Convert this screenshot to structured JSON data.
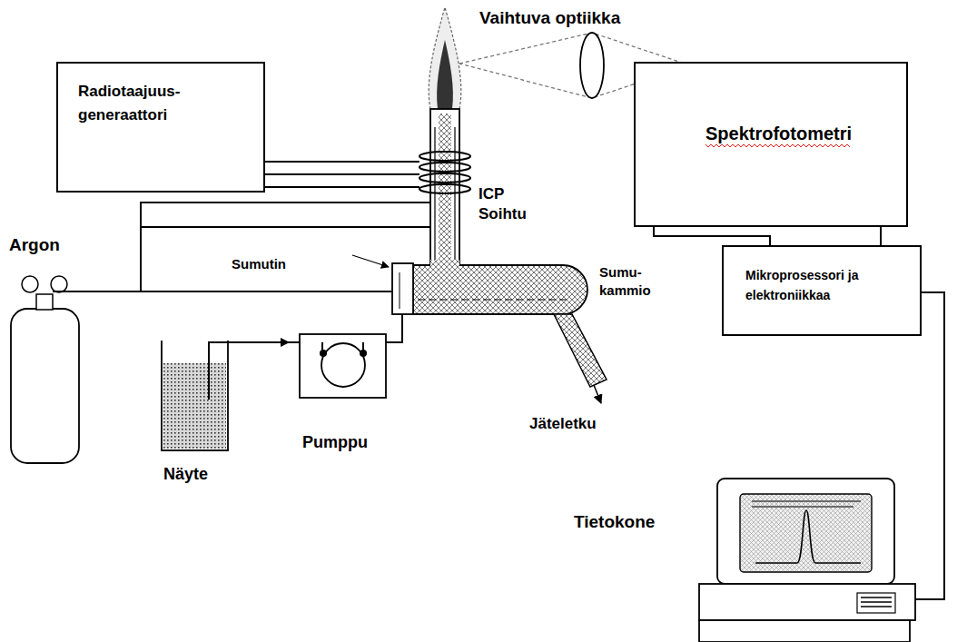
{
  "diagram": {
    "nodes": [
      {
        "text": [
          "Radiotaajuus- generaattori"
        ]
      },
      {
        "text": [
          "Spektrofotometri"
        ]
      },
      {
        "text": [
          "Mikroprosessori ja elektroniikkaa"
        ]
      }
    ],
    "edges": [
      {
        "from": 1,
        "to": 2,
        "arrow": "none"
      },
      {
        "from": 1,
        "to": 2,
        "arrow": "none"
      }
    ],
    "labels": [
      "Vaihtuva optiikka",
      "ICP Soihtu",
      "Argon",
      "Sumutin",
      "Sumu- kammio",
      "Jäteletku",
      "Pumppu",
      "Näyte",
      "Tietokone"
    ]
  }
}
